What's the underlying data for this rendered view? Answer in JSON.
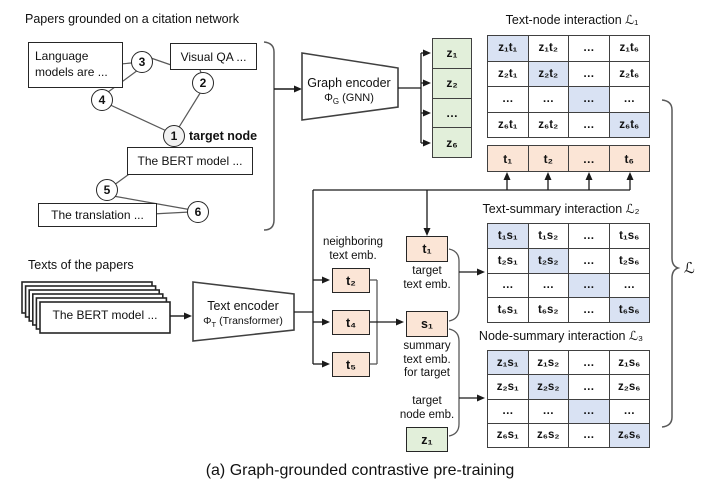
{
  "titles": {
    "citation": "Papers grounded on a citation network",
    "texts": "Texts of the papers",
    "caption": "(a) Graph-grounded contrastive pre-training"
  },
  "graph": {
    "nodes": [
      "3",
      "2",
      "4",
      "1",
      "5",
      "6"
    ],
    "target_label": "target node",
    "papers": {
      "language": "Language models are ...",
      "visual_qa": "Visual QA ...",
      "bert": "The BERT model ...",
      "translation": "The translation ..."
    }
  },
  "stack": {
    "front": "The BERT model ..."
  },
  "encoders": {
    "graph": {
      "name": "Graph encoder",
      "phi": "Φ",
      "sub": "G",
      "type": " (GNN)"
    },
    "text": {
      "name": "Text encoder",
      "phi": "Φ",
      "sub": "T",
      "type": " (Transformer)"
    }
  },
  "embeddings": {
    "zcol": [
      "z₁",
      "z₂",
      "…",
      "z₆"
    ],
    "trow": [
      "t₁",
      "t₂",
      "…",
      "t₆"
    ],
    "neighbors": [
      "t₂",
      "t₄",
      "t₅"
    ],
    "neighbor_label": [
      "neighboring",
      "text emb."
    ],
    "t1": "t₁",
    "t1_label": [
      "target",
      "text emb."
    ],
    "s1": "s₁",
    "s1_label": [
      "summary",
      "text emb.",
      "for target"
    ],
    "z1": "z₁",
    "z1_label": [
      "target",
      "node emb."
    ]
  },
  "matrices": [
    {
      "id": "text-node",
      "title": "Text-node interaction ℒ₁",
      "cells": [
        [
          "z₁t₁",
          "z₁t₂",
          "…",
          "z₁t₆"
        ],
        [
          "z₂t₁",
          "z₂t₂",
          "…",
          "z₂t₆"
        ],
        [
          "…",
          "…",
          "…",
          "…"
        ],
        [
          "z₆t₁",
          "z₆t₂",
          "…",
          "z₆t₆"
        ]
      ]
    },
    {
      "id": "text-summary",
      "title": "Text-summary interaction ℒ₂",
      "cells": [
        [
          "t₁s₁",
          "t₁s₂",
          "…",
          "t₁s₆"
        ],
        [
          "t₂s₁",
          "t₂s₂",
          "…",
          "t₂s₆"
        ],
        [
          "…",
          "…",
          "…",
          "…"
        ],
        [
          "t₆s₁",
          "t₆s₂",
          "…",
          "t₆s₆"
        ]
      ]
    },
    {
      "id": "node-summary",
      "title": "Node-summary interaction ℒ₃",
      "cells": [
        [
          "z₁s₁",
          "z₁s₂",
          "…",
          "z₁s₆"
        ],
        [
          "z₂s₁",
          "z₂s₂",
          "…",
          "z₂s₆"
        ],
        [
          "…",
          "…",
          "…",
          "…"
        ],
        [
          "z₆s₁",
          "z₆s₂",
          "…",
          "z₆s₆"
        ]
      ]
    }
  ],
  "loss_label": "ℒ",
  "colors": {
    "node_emb": "#e2efda",
    "text_emb": "#fbe5d6",
    "diagonal": "#d9e2f3"
  }
}
